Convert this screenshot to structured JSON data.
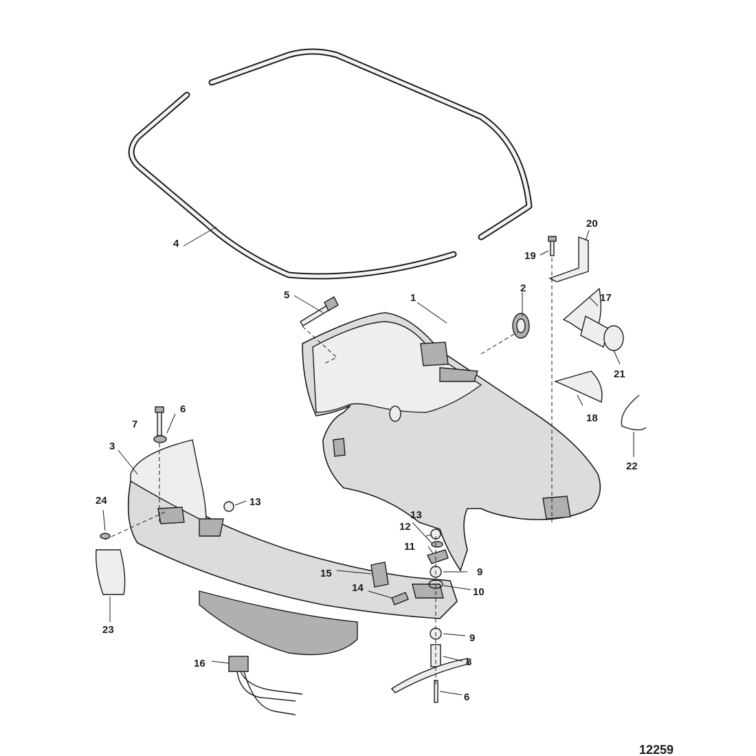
{
  "diagram": {
    "figure_number": "12259",
    "callouts": [
      {
        "id": "c1",
        "label": "1"
      },
      {
        "id": "c2",
        "label": "2"
      },
      {
        "id": "c3",
        "label": "3"
      },
      {
        "id": "c4",
        "label": "4"
      },
      {
        "id": "c5",
        "label": "5"
      },
      {
        "id": "c6a",
        "label": "6"
      },
      {
        "id": "c6b",
        "label": "6"
      },
      {
        "id": "c7",
        "label": "7"
      },
      {
        "id": "c8",
        "label": "8"
      },
      {
        "id": "c9a",
        "label": "9"
      },
      {
        "id": "c9b",
        "label": "9"
      },
      {
        "id": "c10",
        "label": "10"
      },
      {
        "id": "c11",
        "label": "11"
      },
      {
        "id": "c12",
        "label": "12"
      },
      {
        "id": "c13a",
        "label": "13"
      },
      {
        "id": "c13b",
        "label": "13"
      },
      {
        "id": "c14",
        "label": "14"
      },
      {
        "id": "c15",
        "label": "15"
      },
      {
        "id": "c16",
        "label": "16"
      },
      {
        "id": "c17",
        "label": "17"
      },
      {
        "id": "c18",
        "label": "18"
      },
      {
        "id": "c19",
        "label": "19"
      },
      {
        "id": "c20",
        "label": "20"
      },
      {
        "id": "c21",
        "label": "21"
      },
      {
        "id": "c22",
        "label": "22"
      },
      {
        "id": "c23",
        "label": "23"
      },
      {
        "id": "c24",
        "label": "24"
      }
    ]
  }
}
